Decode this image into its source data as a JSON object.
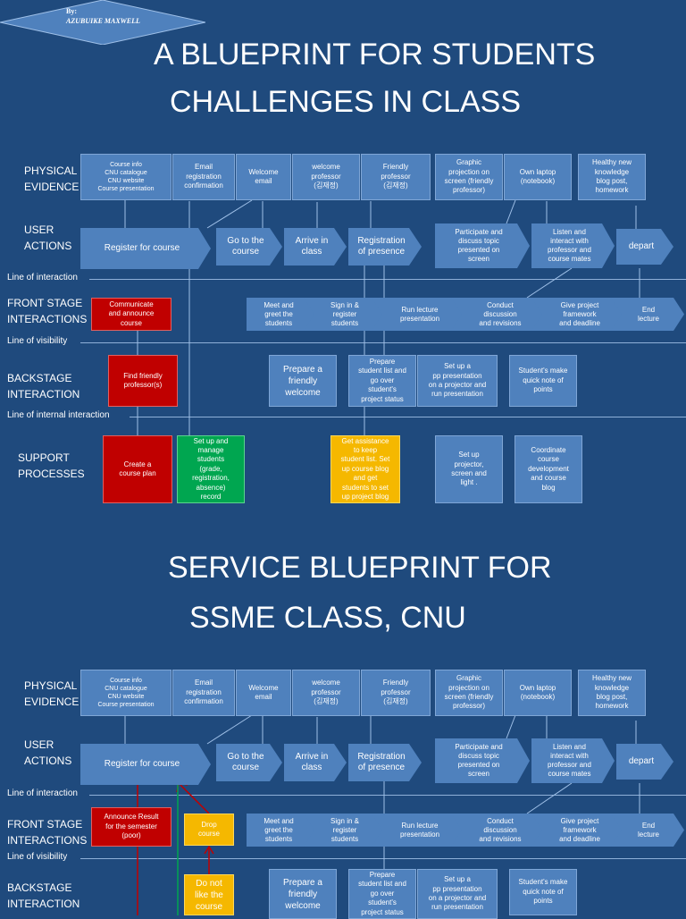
{
  "author": {
    "by": "By:",
    "name": "AZUBUIKE MAXWELL"
  },
  "title1": {
    "line1": "A BLUEPRINT FOR STUDENTS",
    "line2": "CHALLENGES IN CLASS"
  },
  "title2": {
    "line1": "SERVICE BLUEPRINT FOR",
    "line2": "SSME CLASS, CNU"
  },
  "rows": {
    "physical_1": "PHYSICAL",
    "physical_2": "EVIDENCE",
    "user_1": "USER",
    "user_2": "ACTIONS",
    "front_1": "FRONT STAGE",
    "front_2": "INTERACTIONS",
    "back_1": "BACKSTAGE",
    "back_2": "INTERACTION",
    "support_1": "SUPPORT",
    "support_2": "PROCESSES"
  },
  "lines": {
    "interaction": "Line of interaction",
    "visibility": "Line of visibility",
    "internal": "Line of internal interaction"
  },
  "evidence": [
    "Course info\nCNU catalogue\nCNU website\nCourse presentation",
    "Email\nregistration\nconfirmation",
    "Welcome\nemail",
    "welcome\nprofessor\n(김재정)",
    "Friendly\nprofessor\n(김재정)",
    "Graphic\nprojection on\nscreen (friendly\nprofessor)",
    "Own laptop\n(notebook)",
    "Healthy new\nknowledge\nblog post,\nhomework"
  ],
  "actions": [
    "Register for course",
    "Go to the\ncourse",
    "Arrive in\nclass",
    "Registration\nof presence",
    "Participate and\ndiscuss topic\npresented on\nscreen",
    "Listen and\ninteract with\nprofessor and\ncourse mates",
    "depart"
  ],
  "front": [
    "Meet and\ngreet the\nstudents",
    "Sign in &\nregister\nstudents",
    "Run lecture\npresentation",
    "Conduct\ndiscussion\nand revisions",
    "Give project\nframework\nand deadline",
    "End\nlecture"
  ],
  "front_red_1": "Communicate\nand announce\ncourse",
  "front_red_2": "Announce Result\nfor the semester\n(poor)",
  "drop_course": "Drop\ncourse",
  "not_like": "Do not\nlike the\ncourse",
  "backstage": [
    "Prepare a\nfriendly\nwelcome",
    "Prepare\nstudent list and\ngo over\nstudent's\nproject status",
    "Set up a\npp presentation\non a projector and\nrun presentation",
    "Student's make\nquick note of\npoints"
  ],
  "back_red": "Find friendly\nprofessor(s)",
  "support": {
    "create": "Create a\ncourse plan",
    "setup_students": "Set up and\nmanage\nstudents\n(grade,\nregistration,\nabsence)\nrecord",
    "assistance": "Get assistance\nto keep\nstudent list. Set\nup course blog\nand get\nstudents to set\nup project blog",
    "projector": "Set up\nprojector,\nscreen and\nlight .",
    "coordinate": "Coordinate\ncourse\ndevelopment\nand course\nblog"
  },
  "colors": {
    "background": "#1f4a7d",
    "box": "#4f81bd",
    "red": "#c00000",
    "green": "#00a650",
    "yellow": "#f5b800"
  }
}
